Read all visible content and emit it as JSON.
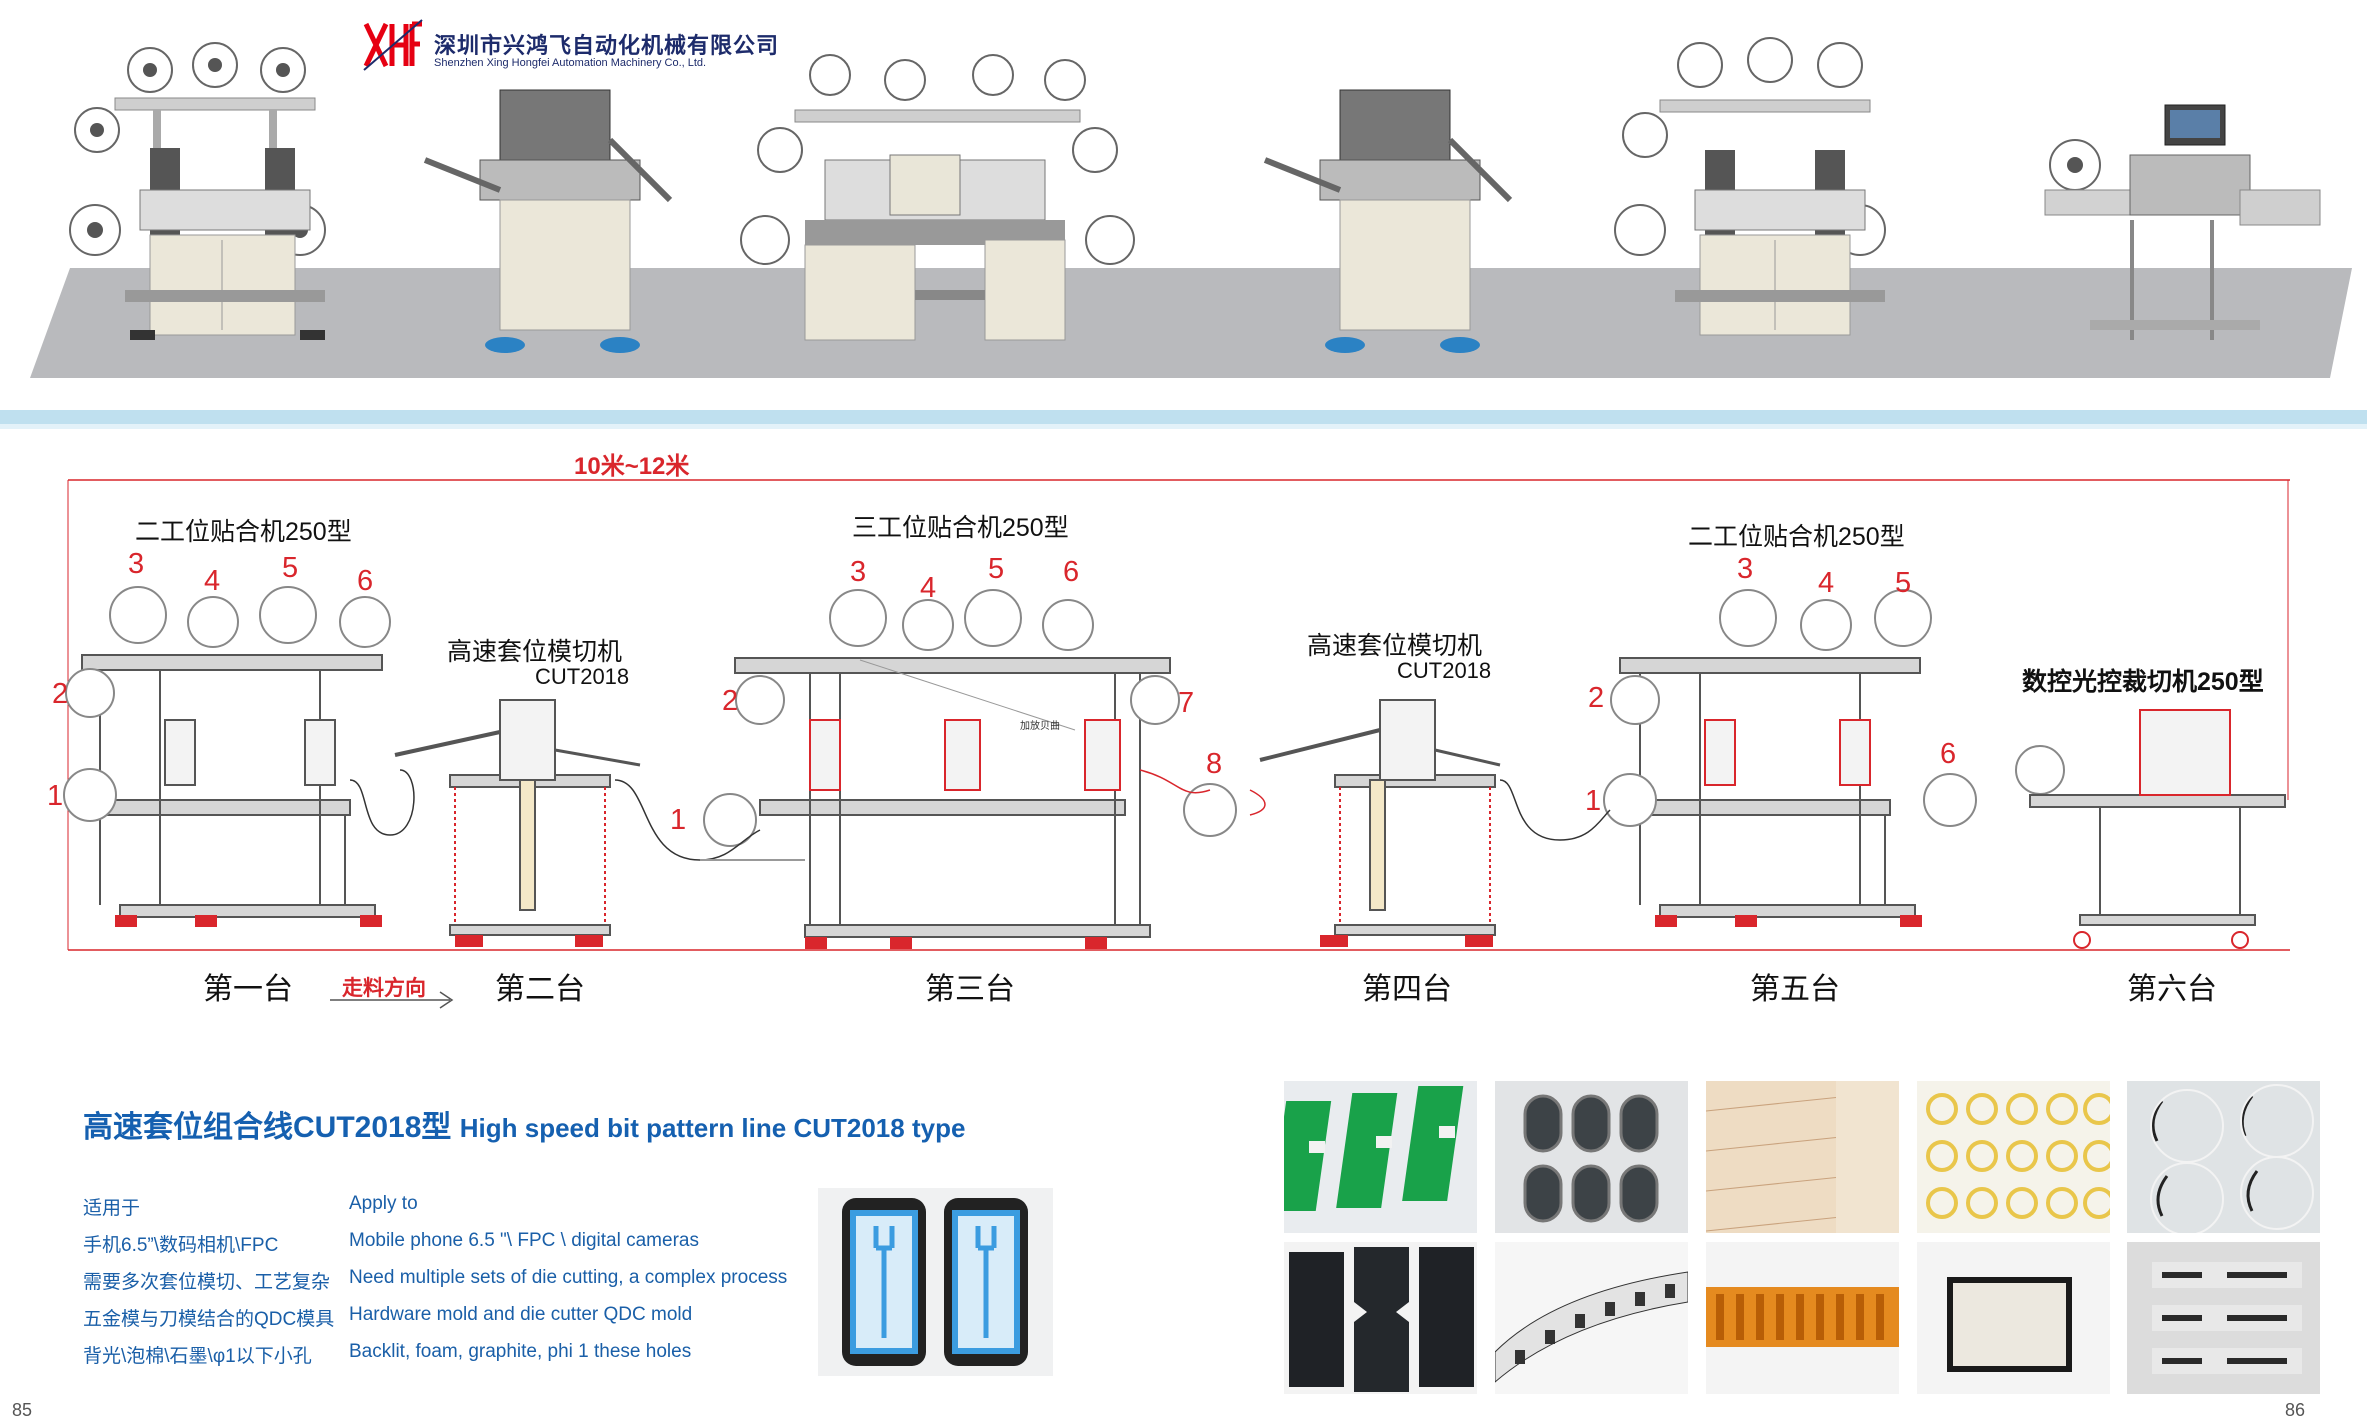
{
  "brand": {
    "name_cn": "深圳市兴鸿飞自动化机械有限公司",
    "name_en": "Shenzhen Xing Hongfei Automation Machinery Co., Ltd.",
    "logo_text": "XHF"
  },
  "diagram": {
    "total_length": "10米~12米",
    "machine_titles": {
      "m1": "二工位贴合机250型",
      "m2_title": "高速套位模切机",
      "m2_model": "CUT2018",
      "m3": "三工位贴合机250型",
      "m4_title": "高速套位模切机",
      "m4_model": "CUT2018",
      "m5": "二工位贴合机250型",
      "m6": "数控光控裁切机250型"
    },
    "inner_label": "加放贝曲",
    "stations": [
      "第一台",
      "第二台",
      "第三台",
      "第四台",
      "第五台",
      "第六台"
    ],
    "feed_direction": "走料方向",
    "roll_numbers": {
      "m1": [
        "1",
        "2",
        "3",
        "4",
        "5",
        "6"
      ],
      "m3": [
        "1",
        "2",
        "3",
        "4",
        "5",
        "6",
        "7",
        "8"
      ],
      "m5": [
        "1",
        "2",
        "3",
        "4",
        "5",
        "6"
      ]
    }
  },
  "product": {
    "title_cn": "高速套位组合线CUT2018型",
    "title_en": "High speed bit pattern line CUT2018 type",
    "specs": [
      {
        "cn": "适用于",
        "en": "Apply to"
      },
      {
        "cn": "手机6.5”\\数码相机\\FPC",
        "en": "Mobile phone 6.5 \"\\ FPC \\ digital cameras"
      },
      {
        "cn": "需要多次套位模切、工艺复杂",
        "en": "Need multiple sets of die cutting, a complex process"
      },
      {
        "cn": "五金模与刀模结合的QDC模具",
        "en": "Hardware mold and die cutter QDC mold"
      },
      {
        "cn": "背光\\泡棉\\石墨\\φ1以下小孔",
        "en": "Backlit, foam, graphite, phi 1 these holes"
      }
    ]
  },
  "samples": [
    "green-fpc-sample",
    "oval-pads-sample",
    "tape-roll-sample",
    "yellow-rings-sample",
    "arc-film-sample",
    "black-sheet-sample",
    "strip-roll-sample",
    "orange-fpc-sample",
    "frame-sample",
    "cut-pieces-sample"
  ],
  "page_numbers": {
    "left": "85",
    "right": "86"
  },
  "colors": {
    "accent_red": "#d9262c",
    "heading_blue": "#1560b0",
    "text_blue": "#1a5fa8",
    "logo_navy": "#1d2b6b",
    "logo_red": "#e60012"
  }
}
